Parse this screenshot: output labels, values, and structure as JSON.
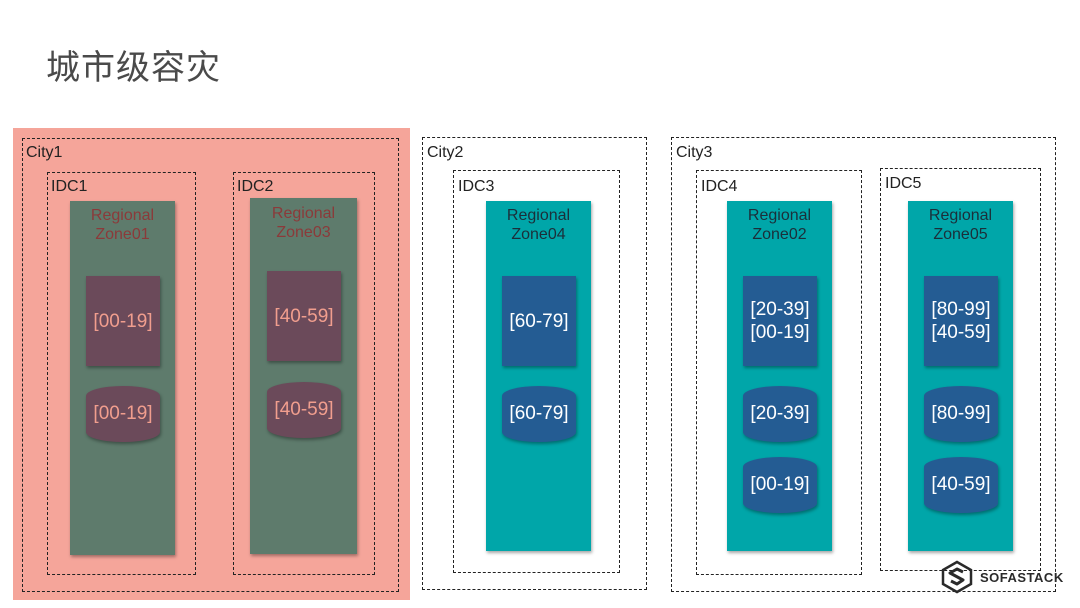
{
  "title": "城市级容灾",
  "cities": [
    {
      "label": "City1",
      "idcs": [
        {
          "label": "IDC1",
          "zone": {
            "name": [
              "Regional",
              "Zone01"
            ],
            "shard": [
              "[00-19]"
            ],
            "dbs": [
              "[00-19]"
            ]
          }
        },
        {
          "label": "IDC2",
          "zone": {
            "name": [
              "Regional",
              "Zone03"
            ],
            "shard": [
              "[40-59]"
            ],
            "dbs": [
              "[40-59]"
            ]
          }
        }
      ]
    },
    {
      "label": "City2",
      "idcs": [
        {
          "label": "IDC3",
          "zone": {
            "name": [
              "Regional",
              "Zone04"
            ],
            "shard": [
              "[60-79]"
            ],
            "dbs": [
              "[60-79]"
            ]
          }
        }
      ]
    },
    {
      "label": "City3",
      "idcs": [
        {
          "label": "IDC4",
          "zone": {
            "name": [
              "Regional",
              "Zone02"
            ],
            "shard": [
              "[20-39]",
              "[00-19]"
            ],
            "dbs": [
              "[20-39]",
              "[00-19]"
            ]
          }
        },
        {
          "label": "IDC5",
          "zone": {
            "name": [
              "Regional",
              "Zone05"
            ],
            "shard": [
              "[80-99]",
              "[40-59]"
            ],
            "dbs": [
              "[80-99]",
              "[40-59]"
            ]
          }
        }
      ]
    }
  ],
  "logo": {
    "text": "SOFASTACK",
    "icon": "sofastack-logo-icon"
  },
  "colors": {
    "city1_bg": "#f5a59a",
    "zone_city1": "#5e7b6c",
    "zone_other": "#00a6a9",
    "shard_city1": "#6b4a5a",
    "shard_other": "#245c93"
  }
}
